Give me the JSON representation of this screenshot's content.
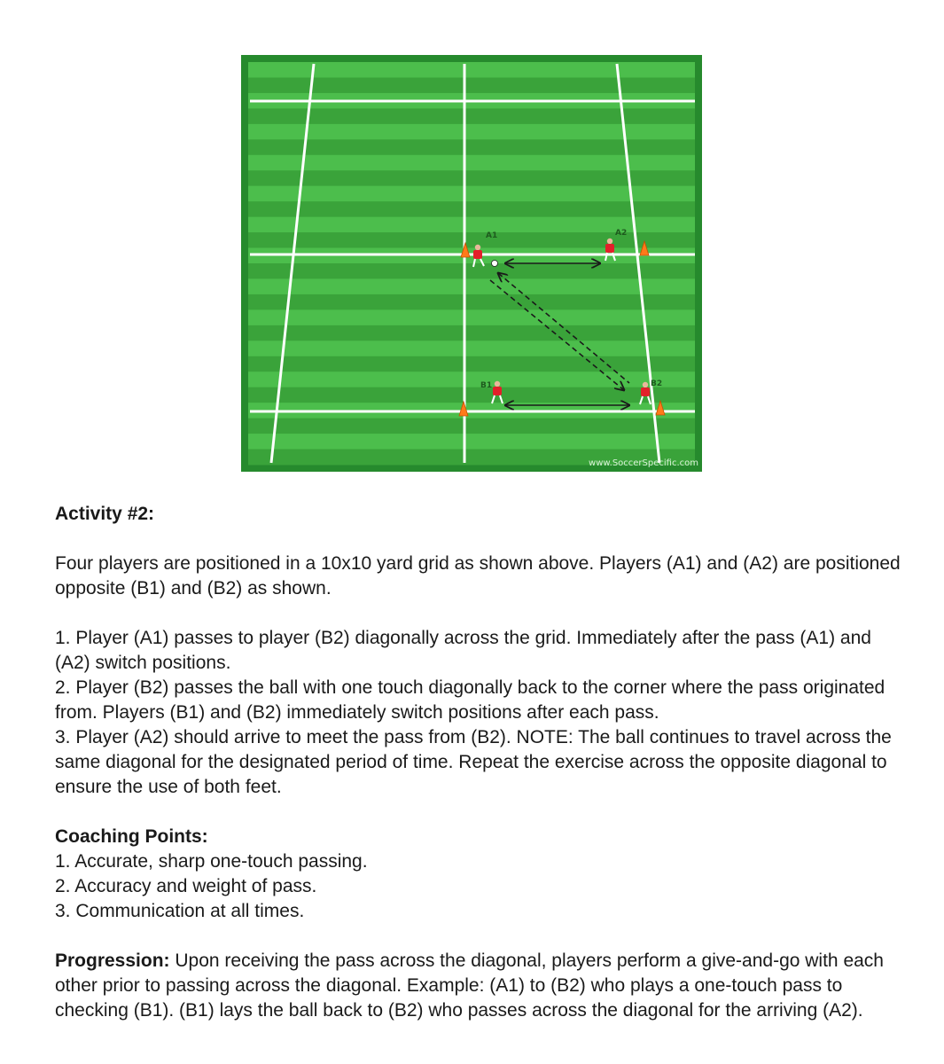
{
  "diagram": {
    "watermark": "www.SoccerSpecific.com",
    "players": {
      "a1": "A1",
      "a2": "A2",
      "b1": "B1",
      "b2": "B2"
    },
    "colors": {
      "field_dark": "#3aa33a",
      "field_light": "#4cbe4c",
      "border": "#268a2d",
      "lines": "#ffffff",
      "cone": "#ff7a1a",
      "jersey": "#e2202a",
      "arrow": "#1a1a1a"
    }
  },
  "activity": {
    "title": "Activity #2:",
    "intro": "Four players are positioned in a 10x10 yard grid as shown above. Players (A1) and (A2) are positioned opposite (B1) and (B2) as shown.",
    "steps": [
      "1. Player (A1) passes to player (B2) diagonally across the grid.  Immediately after the pass (A1) and (A2) switch positions.",
      "2. Player (B2) passes the ball with one touch diagonally back to the corner where the pass originated from.  Players (B1) and (B2) immediately switch positions after each pass.",
      "3. Player (A2) should arrive to meet the pass from (B2).  NOTE: The ball continues to travel across the same diagonal for the designated period of time.  Repeat the exercise across the opposite diagonal to ensure the use of both feet."
    ]
  },
  "coaching": {
    "title": "Coaching Points:",
    "points": [
      "1. Accurate, sharp one-touch passing.",
      "2. Accuracy and weight of pass.",
      "3. Communication at all times."
    ]
  },
  "progression": {
    "label": "Progression:",
    "text": " Upon receiving the pass across the diagonal, players perform a give-and-go with each other prior to passing across the diagonal.  Example: (A1) to (B2) who plays a one-touch pass to checking (B1).  (B1) lays the ball back to (B2) who passes across the diagonal for the arriving (A2)."
  }
}
